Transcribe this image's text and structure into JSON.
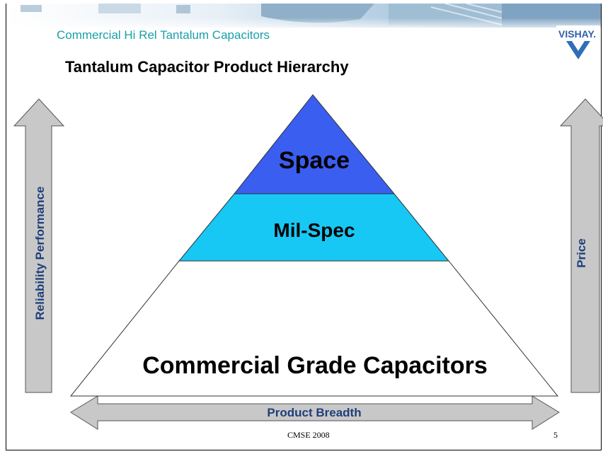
{
  "header": {
    "subtitle": "Commercial Hi Rel Tantalum Capacitors",
    "title": "Tantalum Capacitor Product Hierarchy",
    "logo_text": "VISHAY."
  },
  "pyramid": {
    "tiers": [
      {
        "label": "Space",
        "color": "#3a5ef0"
      },
      {
        "label": "Mil-Spec",
        "color": "#17c8f5"
      },
      {
        "label": "Commercial Grade Capacitors",
        "color": "#ffffff"
      }
    ]
  },
  "axes": {
    "left_label": "Reliability Performance",
    "right_label": "Price",
    "bottom_label": "Product Breadth",
    "arrow_color": "#c8c8c8"
  },
  "footer": {
    "center": "CMSE 2008",
    "page": "5"
  }
}
